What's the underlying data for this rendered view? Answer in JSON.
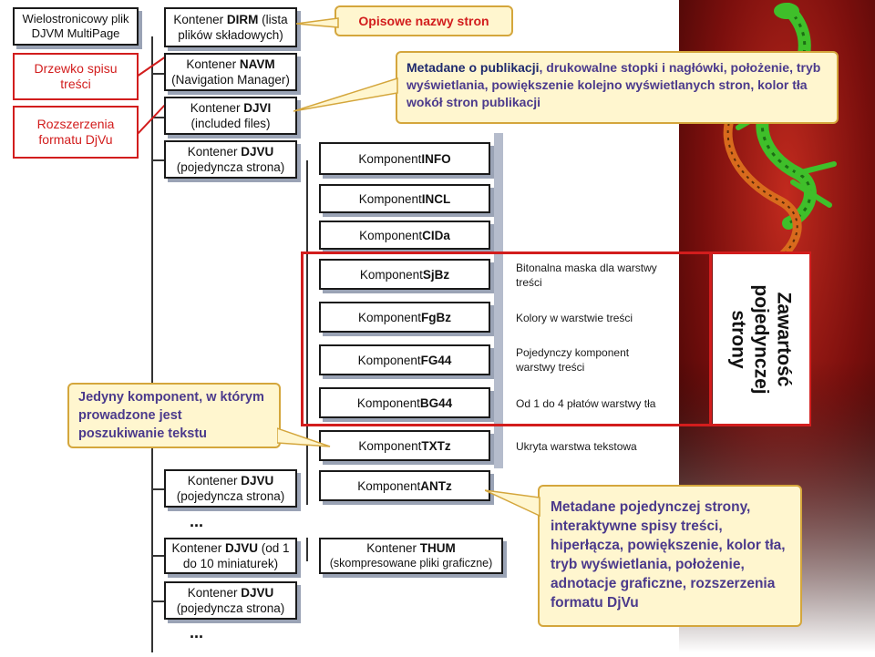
{
  "top": {
    "multipage_line1": "Wielostronicowy plik",
    "multipage_line2": "DJVM MultiPage",
    "dirm_line1a": "Kontener ",
    "dirm_line1b": "DIRM",
    "dirm_line1c": " (lista",
    "dirm_line2": "plików składowych)",
    "opisowe": "Opisowe nazwy stron"
  },
  "left": {
    "drzewko": "Drzewko spisu treści",
    "rozszerzenia": "Rozszerzenia formatu DjVu",
    "jedyny": "Jedyny komponent, w którym prowadzone jest poszukiwanie tekstu"
  },
  "containers": {
    "navm_a": "Kontener ",
    "navm_b": "NAVM",
    "navm_line2": "(Navigation Manager)",
    "djvi_a": "Kontener ",
    "djvi_b": "DJVI",
    "djvi_line2": "(included files)",
    "djvu_a": "Kontener ",
    "djvu_b": "DJVU",
    "djvu_line2": "(pojedyncza strona)",
    "djvu_thumb_a": "Kontener ",
    "djvu_thumb_b": "DJVU",
    "djvu_thumb_c": " (od 1",
    "djvu_thumb_line2": "do 10 miniaturek)",
    "thum_a": "Kontener ",
    "thum_b": "THUM",
    "thum_line2": "(skompresowane pliki graficzne)",
    "ellipsis": "..."
  },
  "components": {
    "prefix": "Komponent ",
    "info": "INFO",
    "incl": "INCL",
    "cida": "CIDa",
    "sjbz": "SjBz",
    "fgbz": "FgBz",
    "fg44": "FG44",
    "bg44": "BG44",
    "txtz": "TXTz",
    "antz": "ANTz"
  },
  "descriptions": {
    "sjbz": "Bitonalna maska dla warstwy treści",
    "fgbz": "Kolory w warstwie treści",
    "fg44": "Pojedynczy komponent warstwy treści",
    "bg44": "Od 1 do 4 płatów warstwy tła",
    "txtz": "Ukryta warstwa tekstowa"
  },
  "callouts": {
    "metadata_prefix": "Metadane o publikacji",
    "metadata_rest": ", drukowalne stopki i nagłówki, położenie, tryb wyświetlania, powiększenie kolejno wyświetlanych stron, kolor tła wokół stron publikacji",
    "page_metadata": "Metadane pojedynczej strony, interaktywne spisy treści, hiperłącza, powiększenie, kolor tła, tryb wyświetlania, położenie, adnotacje graficzne, rozszerzenia formatu DjVu"
  },
  "zawartosc": "Zawartość pojedynczej strony",
  "colors": {
    "red": "#d21d1d",
    "callout_bg": "#fff6cf",
    "callout_border": "#d4a63c",
    "metadata_text": "#4b3a8c",
    "metadata_dark": "#1f2a6e",
    "lizard_bg": "#8a1512"
  }
}
